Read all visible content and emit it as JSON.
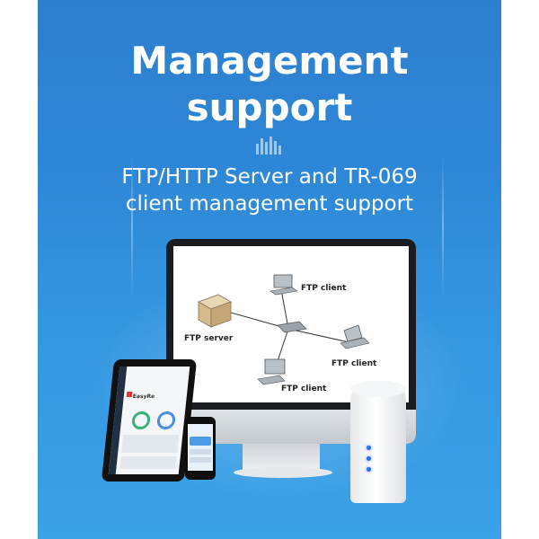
{
  "headline": {
    "line1": "Management",
    "line2": "support"
  },
  "subheadline": {
    "line1": "FTP/HTTP Server and TR-069",
    "line2": "client management support"
  },
  "diagram": {
    "server_label": "FTP server",
    "client_labels": [
      "FTP client",
      "FTP client",
      "FTP client"
    ]
  },
  "tablet": {
    "app_title": "EasyRe"
  },
  "colors": {
    "background_top": "#2f7fcf",
    "background_bottom": "#3aa2e6",
    "text": "#ffffff",
    "router_led": "#2c6bf0"
  },
  "icons": {
    "divider": "bar-chart-icon"
  }
}
